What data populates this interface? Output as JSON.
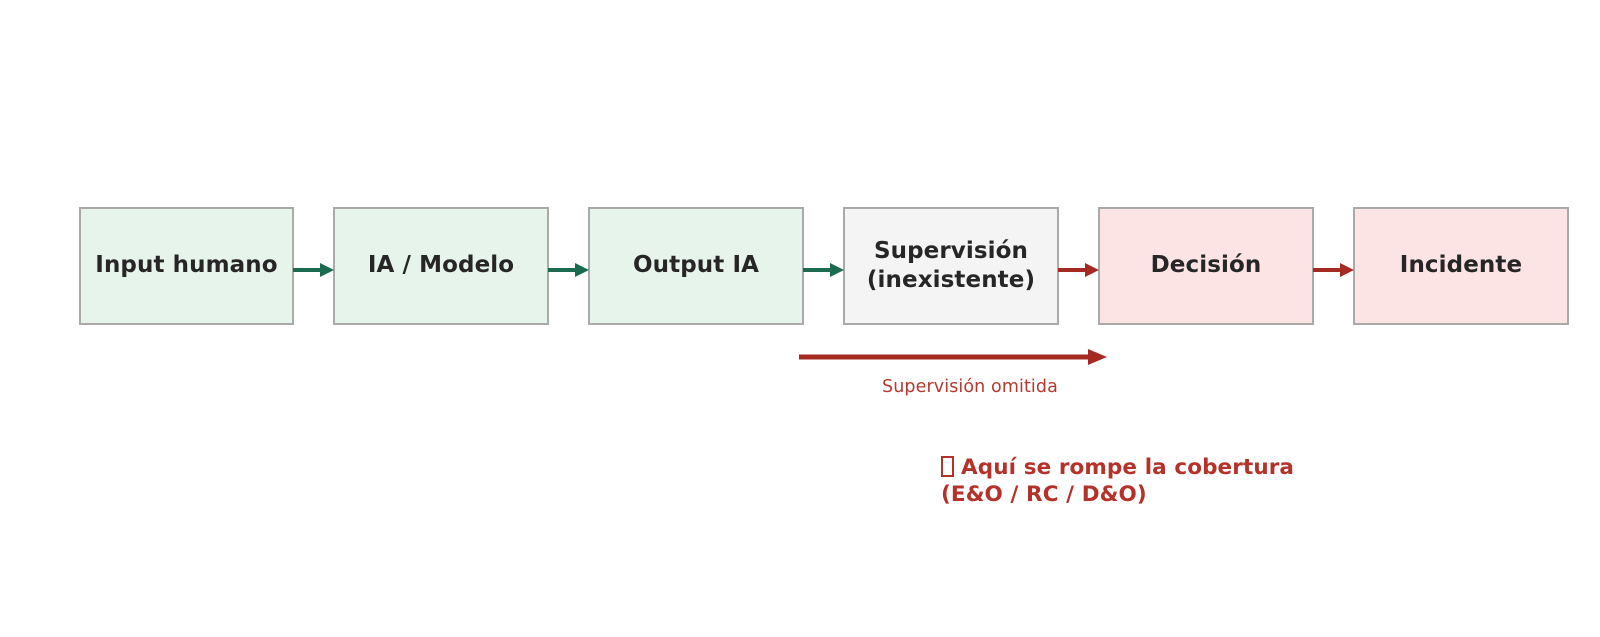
{
  "diagram": {
    "type": "flowchart",
    "orientation": "left-to-right",
    "title_visible": false,
    "colors": {
      "green_fill": "#e6f4ec",
      "grey_fill": "#f4f4f4",
      "pink_fill": "#fce4e4",
      "node_border": "#aaaaaa",
      "node_text": "#262626",
      "green_arrow": "#1a6b50",
      "red_arrow": "#a52a22",
      "annotation_red": "#b5392f",
      "warning_red": "#b5322a",
      "background": "#ffffff"
    },
    "nodes": [
      {
        "id": "input-humano",
        "label": "Input humano",
        "fill": "green"
      },
      {
        "id": "ia-modelo",
        "label": "IA / Modelo",
        "fill": "green"
      },
      {
        "id": "output-ia",
        "label": "Output IA",
        "fill": "green"
      },
      {
        "id": "supervision",
        "label": "Supervisión\n(inexistente)",
        "fill": "grey"
      },
      {
        "id": "decision",
        "label": "Decisión",
        "fill": "pink"
      },
      {
        "id": "incidente",
        "label": "Incidente",
        "fill": "pink"
      }
    ],
    "connectors": [
      {
        "id": "c1",
        "from": "input-humano",
        "to": "ia-modelo",
        "color": "green"
      },
      {
        "id": "c2",
        "from": "ia-modelo",
        "to": "output-ia",
        "color": "green"
      },
      {
        "id": "c3",
        "from": "output-ia",
        "to": "supervision",
        "color": "green"
      },
      {
        "id": "c4",
        "from": "supervision",
        "to": "decision",
        "color": "red"
      },
      {
        "id": "c5",
        "from": "decision",
        "to": "incidente",
        "color": "red"
      }
    ],
    "annotations": {
      "skip_arrow": {
        "id": "supervision-skipped-arrow",
        "label": "Supervisión omitida",
        "color": "red",
        "from": "output-ia",
        "to": "decision"
      },
      "coverage_break": {
        "id": "coverage-break-note",
        "icon_glyph": "▯",
        "icon_name": "missing-glyph-box",
        "line1": "Aquí se rompe la cobertura",
        "line2": "(E&O / RC / D&O)",
        "text": "Aquí se rompe la cobertura\n(E&O / RC / D&O)"
      }
    }
  }
}
